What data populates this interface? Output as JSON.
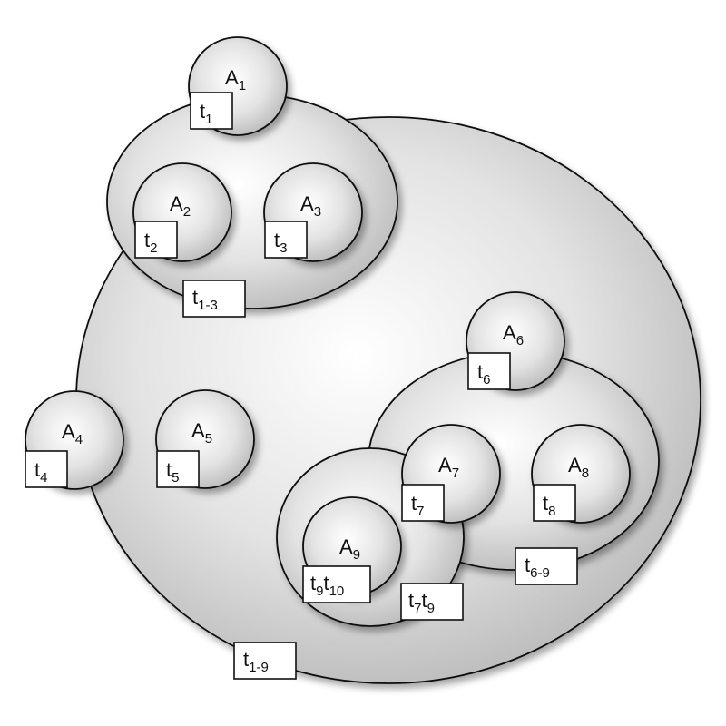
{
  "agents": {
    "a1": {
      "base": "A",
      "sub": "1"
    },
    "a2": {
      "base": "A",
      "sub": "2"
    },
    "a3": {
      "base": "A",
      "sub": "3"
    },
    "a4": {
      "base": "A",
      "sub": "4"
    },
    "a5": {
      "base": "A",
      "sub": "5"
    },
    "a6": {
      "base": "A",
      "sub": "6"
    },
    "a7": {
      "base": "A",
      "sub": "7"
    },
    "a8": {
      "base": "A",
      "sub": "8"
    },
    "a9": {
      "base": "A",
      "sub": "9"
    }
  },
  "tags": {
    "t1": {
      "base": "t",
      "sub": "1"
    },
    "t2": {
      "base": "t",
      "sub": "2"
    },
    "t3": {
      "base": "t",
      "sub": "3"
    },
    "t4": {
      "base": "t",
      "sub": "4"
    },
    "t5": {
      "base": "t",
      "sub": "5"
    },
    "t6": {
      "base": "t",
      "sub": "6"
    },
    "t7": {
      "base": "t",
      "sub": "7"
    },
    "t8": {
      "base": "t",
      "sub": "8"
    },
    "t9t10": {
      "base1": "t",
      "sub1": "9",
      "base2": "t",
      "sub2": "10"
    },
    "t7t9": {
      "base1": "t",
      "sub1": "7",
      "base2": "t",
      "sub2": "9"
    },
    "t1_3": {
      "base": "t",
      "sub": "1-3"
    },
    "t6_9": {
      "base": "t",
      "sub": "6-9"
    },
    "t1_9": {
      "base": "t",
      "sub": "1-9"
    }
  }
}
